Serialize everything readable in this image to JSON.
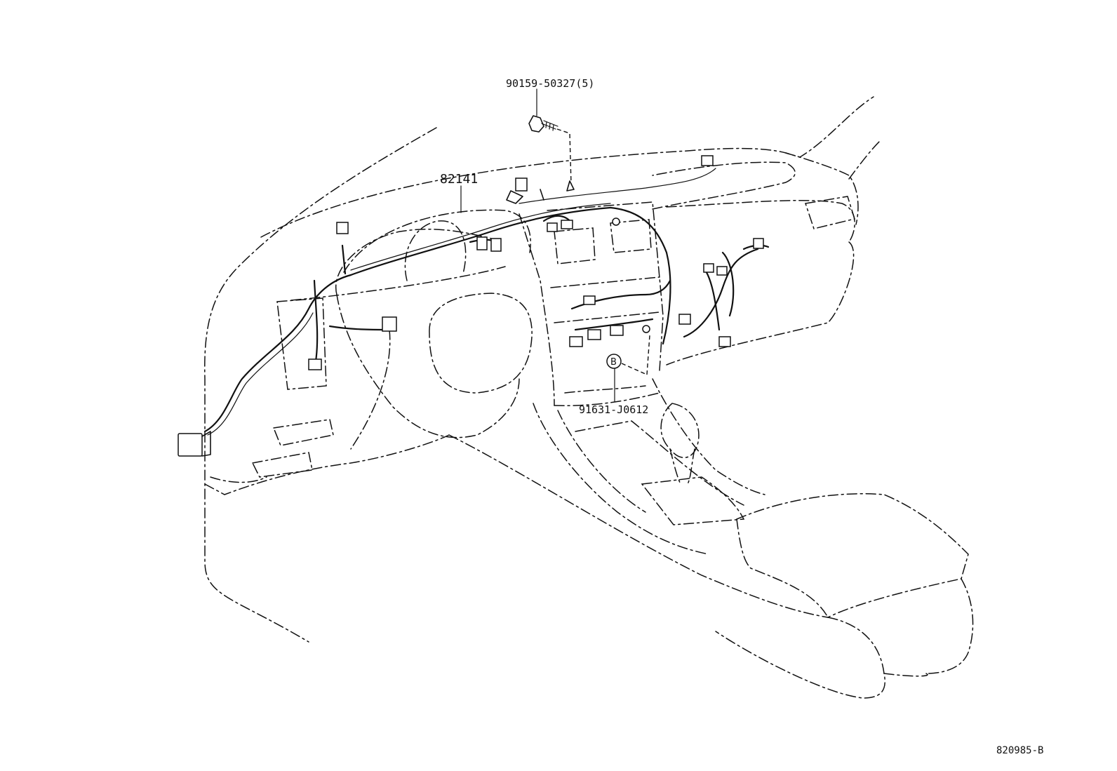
{
  "callouts": {
    "bolt_part": "90159-50327(5)",
    "harness_part": "82141",
    "clamp_part": "91631-J0612",
    "clamp_marker": "B"
  },
  "figure_ref": "820985-B"
}
